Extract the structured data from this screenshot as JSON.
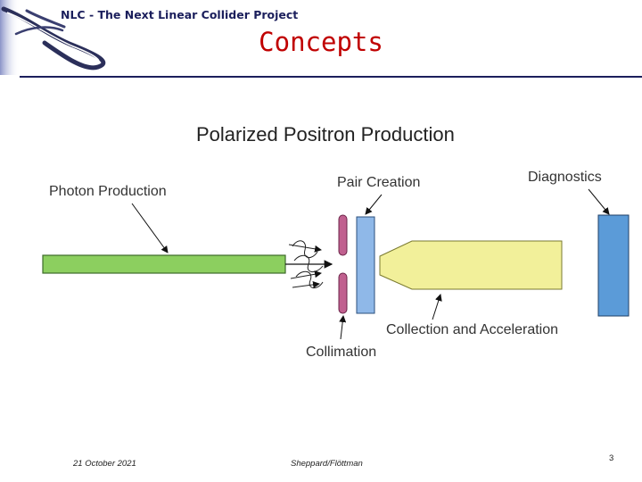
{
  "header": {
    "project_title": "NLC - The Next Linear Collider Project",
    "slide_title": "Concepts"
  },
  "diagram": {
    "title": "Polarized Positron Production",
    "labels": {
      "photon_production": "Photon Production",
      "pair_creation": "Pair Creation",
      "diagnostics": "Diagnostics",
      "collection_acceleration": "Collection and Acceleration",
      "collimation": "Collimation"
    },
    "colors": {
      "photon_beam": "#8ccf5f",
      "collimator": "#c0608f",
      "target": "#8fb8e8",
      "accelerator": "#f2f09a",
      "diagnostics_block": "#5b9bd8",
      "header_blue": "#1b1f5c",
      "title_red": "#c00000"
    }
  },
  "footer": {
    "date": "21 October 2021",
    "authors": "Sheppard/Flöttman",
    "page_number": "3"
  },
  "icons": {
    "logo": "nlc-logo-icon"
  }
}
